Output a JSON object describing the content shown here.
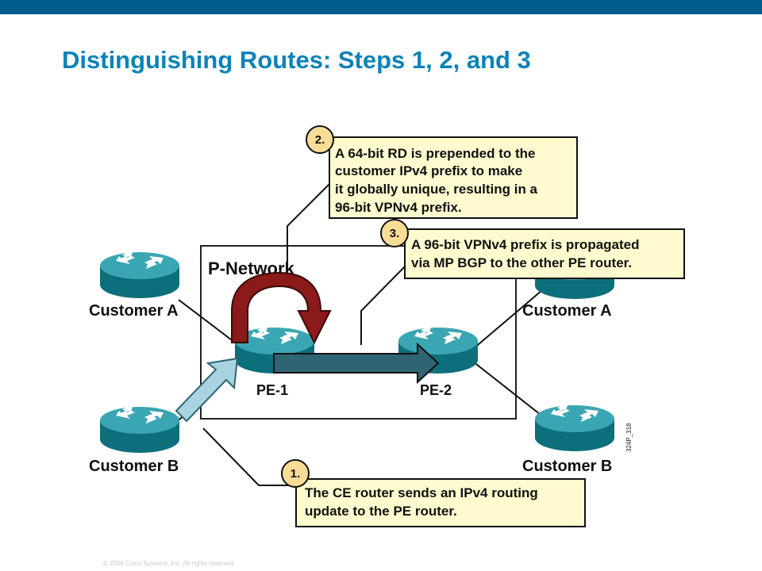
{
  "slide": {
    "title": "Distinguishing Routes: Steps 1, 2, and 3",
    "copyright": "© 2006 Cisco Systems, Inc. All rights reserved.",
    "figure_id": "324P_318"
  },
  "diagram": {
    "network_label": "P-Network",
    "routers": {
      "customer_a_left": "Customer A",
      "customer_b_left": "Customer B",
      "customer_a_right": "Customer A",
      "customer_b_right": "Customer B",
      "pe1": "PE-1",
      "pe2": "PE-2"
    },
    "steps": [
      {
        "number": "1.",
        "lines": [
          "The CE router sends an IPv4 routing",
          "update to the PE router."
        ]
      },
      {
        "number": "2.",
        "lines": [
          "A 64-bit RD is prepended to the",
          "customer IPv4 prefix to make",
          "it globally unique, resulting in a",
          "96-bit VPNv4 prefix."
        ]
      },
      {
        "number": "3.",
        "lines": [
          "A 96-bit VPNv4 prefix is propagated",
          "via MP BGP to the other PE router."
        ]
      }
    ]
  },
  "colors": {
    "title": "#0b83b8",
    "top_bar": "#005a8c",
    "router": "#1f8f9e",
    "callout_fill": "#fffbcf",
    "badge_fill": "#f9dc96",
    "loop_arrow": "#8b1a1a",
    "propagation_arrow": "#2f6473",
    "update_arrow": "#a8d4e2"
  }
}
